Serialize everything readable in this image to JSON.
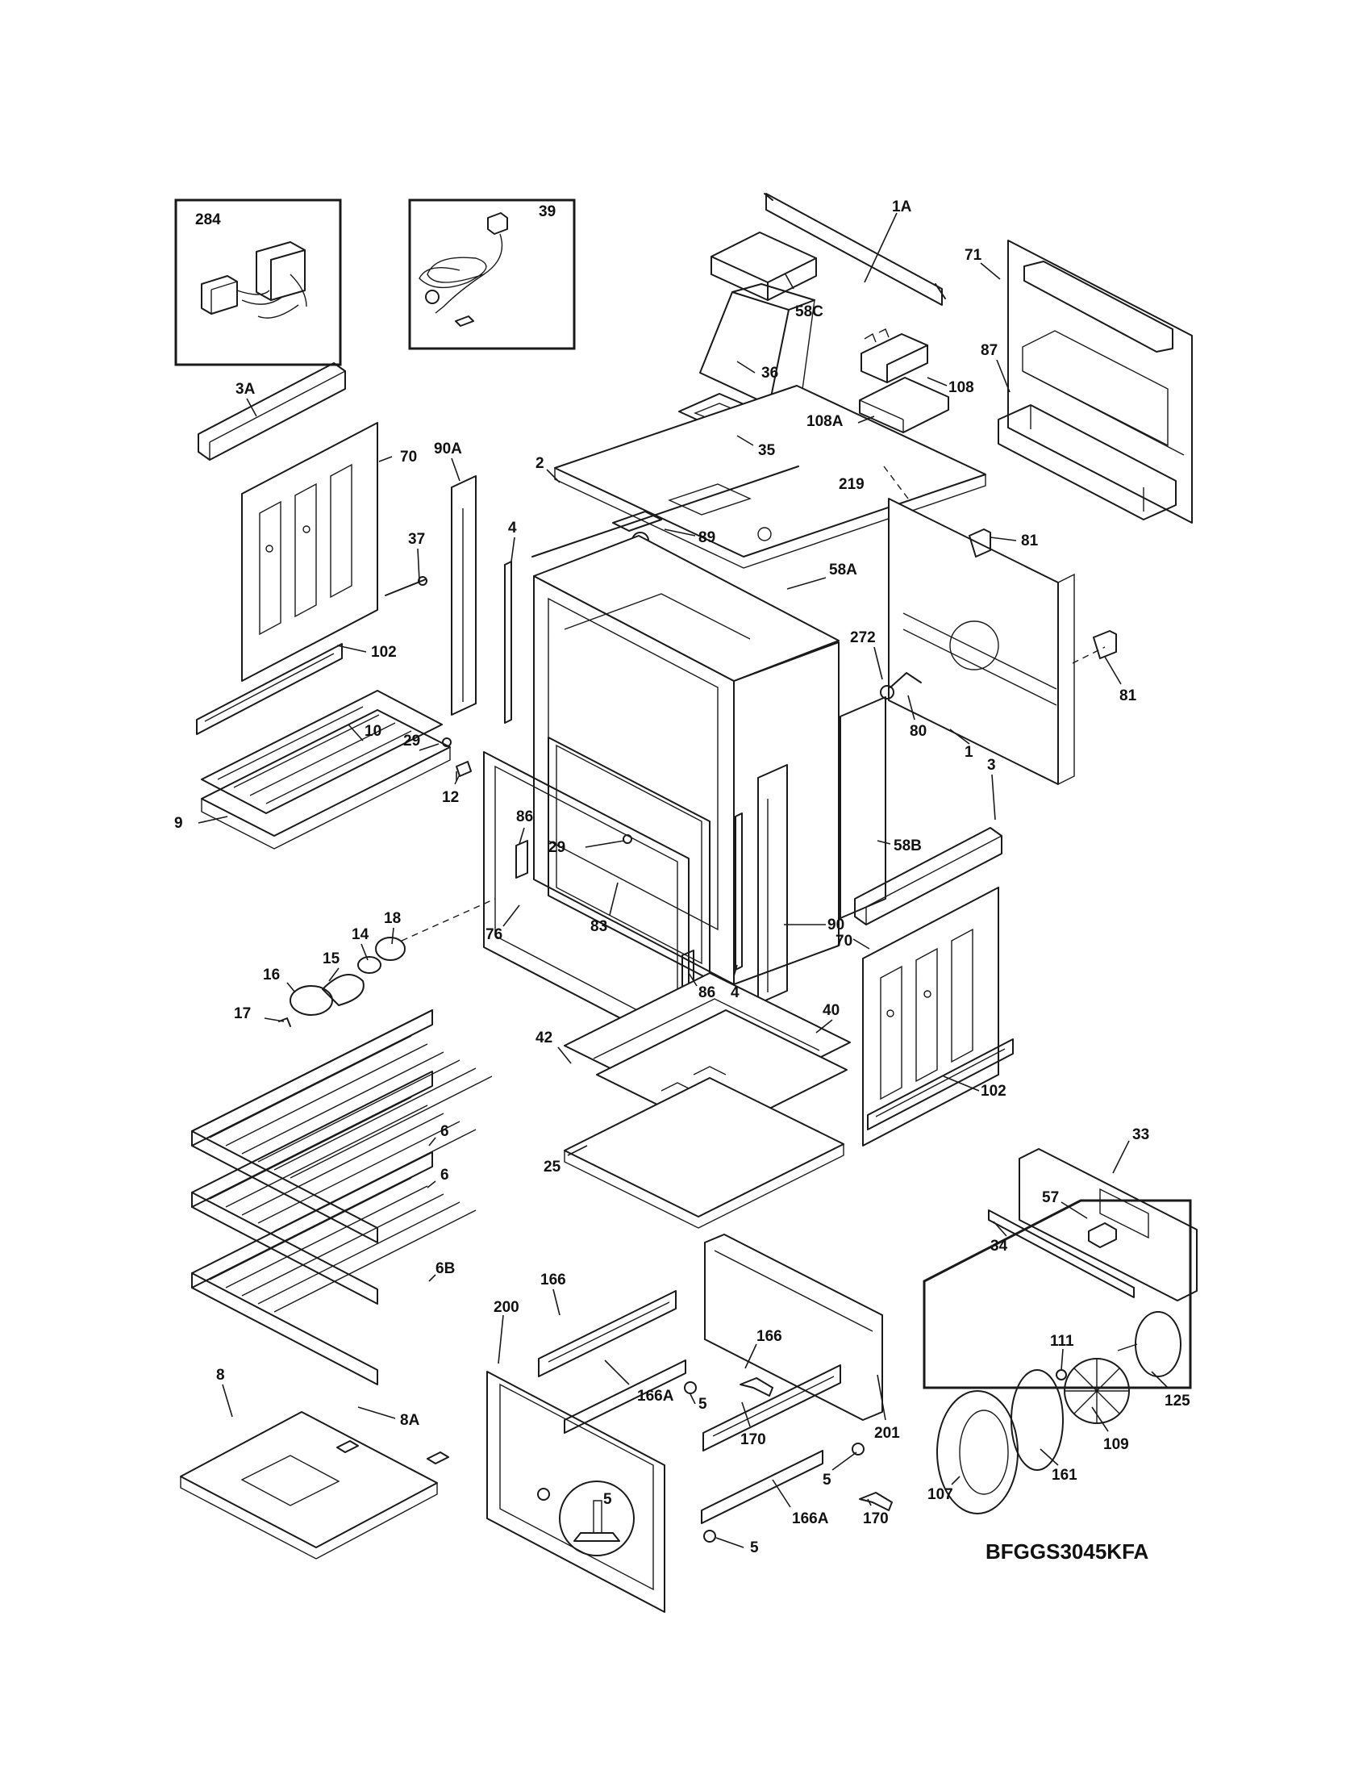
{
  "model_code": "BFGGS3045KFA",
  "labels": {
    "l284": "284",
    "l39": "39",
    "l1A": "1A",
    "l71": "71",
    "l58C": "58C",
    "l36": "36",
    "l108": "108",
    "l87": "87",
    "l108A": "108A",
    "l3A": "3A",
    "l70a": "70",
    "l90A": "90A",
    "l2": "2",
    "l35": "35",
    "l219": "219",
    "l89": "89",
    "l81a": "81",
    "l37": "37",
    "l4a": "4",
    "l58A": "58A",
    "l102a": "102",
    "l272": "272",
    "l81b": "81",
    "l10": "10",
    "l29a": "29",
    "l80": "80",
    "l1": "1",
    "l12": "12",
    "l3": "3",
    "l9": "9",
    "l86a": "86",
    "l58B": "58B",
    "l29b": "29",
    "l18": "18",
    "l14": "14",
    "l76": "76",
    "l83": "83",
    "l90": "90",
    "l15": "15",
    "l70b": "70",
    "l16": "16",
    "l86b": "86",
    "l17": "17",
    "l4b": "4",
    "l40": "40",
    "l42": "42",
    "l102b": "102",
    "l6a": "6",
    "l6b": "6",
    "l25": "25",
    "l33": "33",
    "l57": "57",
    "l6B": "6B",
    "l34": "34",
    "l166a": "166",
    "l200": "200",
    "l111": "111",
    "l166b": "166",
    "l125": "125",
    "l166Aa": "166A",
    "l5a": "5",
    "l8": "8",
    "l8A": "8A",
    "l170a": "170",
    "l201": "201",
    "l109": "109",
    "l5b": "5",
    "l5big": "5",
    "l107": "107",
    "l161": "161",
    "l166Ab": "166A",
    "l170b": "170",
    "l5c": "5"
  }
}
